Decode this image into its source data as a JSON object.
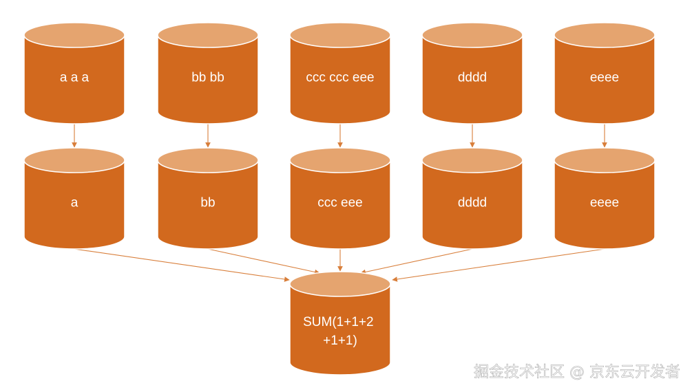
{
  "colors": {
    "body": "#d2691e",
    "top": "#e5a46f",
    "edge": "#ffffff",
    "arrow": "#d87e3a",
    "text": "#ffffff"
  },
  "rows": {
    "top": [
      {
        "label": "a a a"
      },
      {
        "label": "bb bb"
      },
      {
        "label": "ccc ccc eee"
      },
      {
        "label": "dddd"
      },
      {
        "label": "eeee"
      }
    ],
    "middle": [
      {
        "label": "a"
      },
      {
        "label": "bb"
      },
      {
        "label": "ccc eee"
      },
      {
        "label": "dddd"
      },
      {
        "label": "eeee"
      }
    ]
  },
  "result": {
    "label_line1": "SUM(1+1+2",
    "label_line2": "+1+1)"
  },
  "watermark": {
    "text": "掘金技术社区 @ 京东云开发者"
  }
}
